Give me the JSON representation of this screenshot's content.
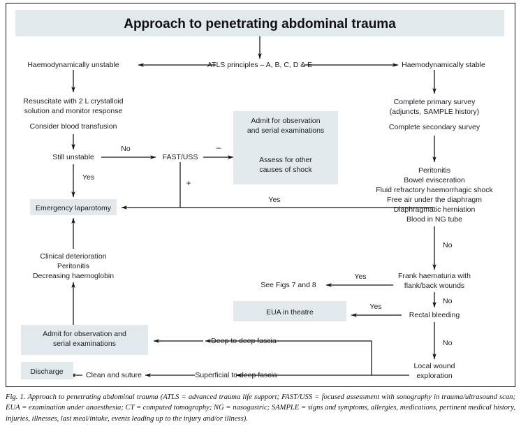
{
  "figure": {
    "title": "Approach to penetrating abdominal trauma",
    "caption_prefix": "Fig. 1.",
    "caption": "Fig. 1. Approach to penetrating abdominal trauma (ATLS = advanced trauma life support; FAST/USS = focused assessment with sonography in trauma/ultrasound scan; EUA = examination under anaesthesia; CT = computed tomography; NG = nasogastric; SAMPLE = signs and symptoms, allergies, medications, pertinent medical history, injuries, illnesses, last meal/intake, events leading up to the injury and/or illness)."
  },
  "colors": {
    "shade": "#e2e9ed",
    "line": "#111111",
    "text": "#1b1b23",
    "page": "#ffffff"
  },
  "nodes": {
    "atls": "ATLS principles – A, B, C, D & E",
    "unstable": "Haemodynamically unstable",
    "stable": "Haemodynamically stable",
    "resus_line1": "Resuscitate with 2 L crystalloid",
    "resus_line2": "solution and monitor response",
    "transfusion": "Consider blood transfusion",
    "still_unstable": "Still unstable",
    "fast_uss": "FAST/USS",
    "emergency_laparotomy": "Emergency laparotomy",
    "admit_mid_line1": "Admit for observation",
    "admit_mid_line2": "and serial examinations",
    "assess_line1": "Assess for other",
    "assess_line2": "causes of shock",
    "primary_survey_line1": "Complete primary survey",
    "primary_survey_line2": "(adjuncts, SAMPLE history)",
    "secondary_survey": "Complete secondary survey",
    "indications": [
      "Peritonitis",
      "Bowel evisceration",
      "Fluid refractory haemorrhagic shock",
      "Free air under the diaphragm",
      "Diaphragmatic herniation",
      "Blood in NG tube"
    ],
    "deterioration": [
      "Clinical deterioration",
      "Peritonitis",
      "Decreasing haemoglobin"
    ],
    "admit_left_line1": "Admit for observation and",
    "admit_left_line2": "serial examinations",
    "discharge": "Discharge",
    "haematuria_line1": "Frank haematuria with",
    "haematuria_line2": "flank/back wounds",
    "see_figs": "See Figs 7 and 8",
    "rectal_bleeding": "Rectal bleeding",
    "eua": "EUA in theatre",
    "local_wound_line1": "Local wound",
    "local_wound_line2": "exploration",
    "deep_fascia": "Deep to deep fascia",
    "superficial_fascia": "Superficial to deep fascia",
    "clean_suture": "Clean and suture"
  },
  "edge_labels": {
    "no_still_unstable": "No",
    "yes_still_unstable": "Yes",
    "fast_negative": "–",
    "fast_positive": "+",
    "yes_indications": "Yes",
    "no_indications": "No",
    "yes_haematuria": "Yes",
    "no_haematuria": "No",
    "yes_rectal": "Yes",
    "no_rectal": "No"
  }
}
